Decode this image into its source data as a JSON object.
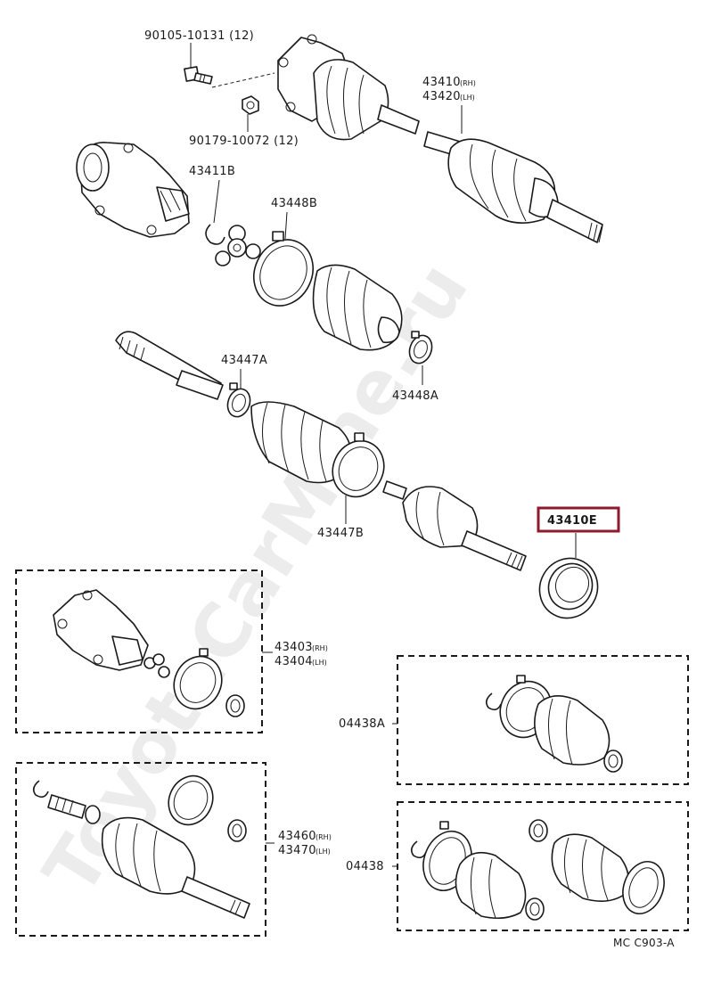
{
  "labels": {
    "bolt": "90105-10131 (12)",
    "nut": "90179-10072 (12)",
    "shaft_main": "43410",
    "shaft_main_rh": "(RH)",
    "shaft_main_lh": "43420",
    "shaft_main_lh_sub": "(LH)",
    "snap_ring": "43411B",
    "clamp_b_top": "43448B",
    "clamp_a_top": "43448A",
    "clamp_a_mid": "43447A",
    "clamp_b_mid": "43447B",
    "dust_seal": "43410E",
    "outboard_kit": "43403",
    "outboard_kit_rh": "(RH)",
    "outboard_kit_lh": "43404",
    "outboard_kit_lh_sub": "(LH)",
    "shaft_assy": "43460",
    "shaft_assy_rh": "(RH)",
    "shaft_assy_lh": "43470",
    "shaft_assy_lh_sub": "(LH)",
    "boot_kit_a": "04438A",
    "boot_kit": "04438",
    "figure_code": "MC  C903-A"
  },
  "watermark": "ToyotaCarMine.ru",
  "highlight": {
    "part": "43410E",
    "color": "#8e1b2c"
  },
  "icons": [
    "bolt-icon",
    "nut-icon",
    "cv-joint-housing-icon",
    "tripod-icon",
    "boot-icon",
    "clamp-icon",
    "drive-shaft-icon",
    "seal-ring-icon",
    "snap-ring-icon"
  ]
}
